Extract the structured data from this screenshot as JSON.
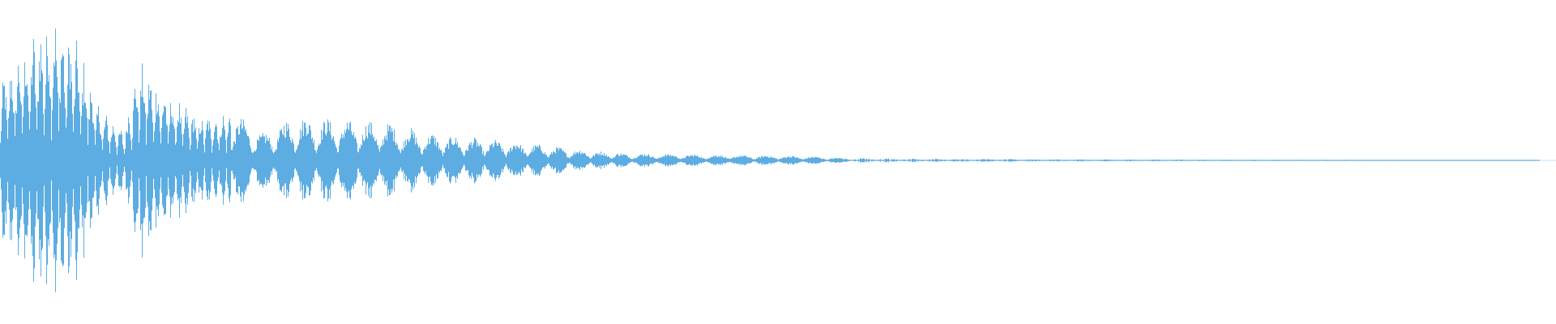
{
  "waveform": {
    "color": "#5DADE2",
    "background": "#ffffff",
    "peak_amplitude": 1.0,
    "duration_fraction_shown": 1.0,
    "envelope": [
      {
        "t": 0.0,
        "a": 0.55
      },
      {
        "t": 0.02,
        "a": 0.85
      },
      {
        "t": 0.035,
        "a": 0.98
      },
      {
        "t": 0.05,
        "a": 0.8
      },
      {
        "t": 0.065,
        "a": 0.35
      },
      {
        "t": 0.08,
        "a": 0.2
      },
      {
        "t": 0.09,
        "a": 0.68
      },
      {
        "t": 0.11,
        "a": 0.45
      },
      {
        "t": 0.13,
        "a": 0.3
      },
      {
        "t": 0.15,
        "a": 0.34
      },
      {
        "t": 0.17,
        "a": 0.18
      },
      {
        "t": 0.19,
        "a": 0.3
      },
      {
        "t": 0.22,
        "a": 0.28
      },
      {
        "t": 0.25,
        "a": 0.26
      },
      {
        "t": 0.28,
        "a": 0.18
      },
      {
        "t": 0.31,
        "a": 0.15
      },
      {
        "t": 0.34,
        "a": 0.12
      },
      {
        "t": 0.37,
        "a": 0.08
      },
      {
        "t": 0.4,
        "a": 0.05
      },
      {
        "t": 0.45,
        "a": 0.04
      },
      {
        "t": 0.52,
        "a": 0.03
      },
      {
        "t": 0.55,
        "a": 0.015
      },
      {
        "t": 0.62,
        "a": 0.01
      },
      {
        "t": 0.75,
        "a": 0.006
      },
      {
        "t": 0.9,
        "a": 0.004
      },
      {
        "t": 1.0,
        "a": 0.002
      }
    ]
  }
}
